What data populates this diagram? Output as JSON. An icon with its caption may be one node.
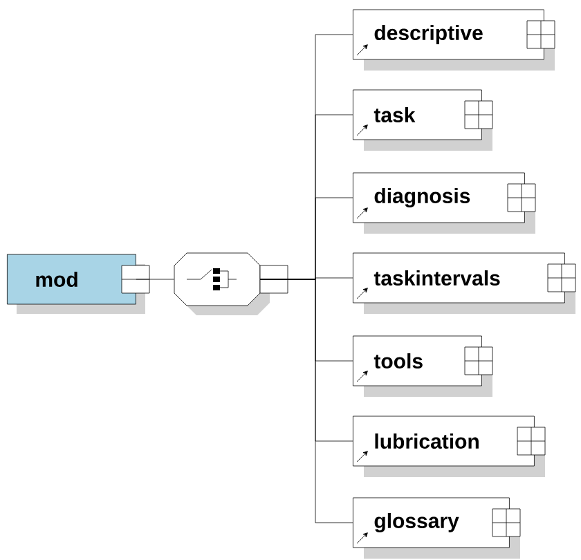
{
  "diagram": {
    "nodes": [
      {
        "text": [
          "mod"
        ]
      },
      {
        "text": [],
        "shape": "octagon"
      },
      {
        "text": [
          "descriptive"
        ]
      },
      {
        "text": [
          "task"
        ]
      },
      {
        "text": [
          "diagnosis"
        ]
      },
      {
        "text": [
          "taskintervals"
        ]
      },
      {
        "text": [
          "tools"
        ]
      },
      {
        "text": [
          "lubrication"
        ]
      },
      {
        "text": [
          "glossary"
        ]
      }
    ],
    "edges": [
      {
        "from": 0,
        "to": 1,
        "arrow": "none"
      },
      {
        "from": 1,
        "to": 2,
        "arrow": "none"
      },
      {
        "from": 1,
        "to": 3,
        "arrow": "none"
      },
      {
        "from": 1,
        "to": 4,
        "arrow": "none"
      },
      {
        "from": 1,
        "to": 5,
        "arrow": "none"
      },
      {
        "from": 1,
        "to": 6,
        "arrow": "none"
      },
      {
        "from": 1,
        "to": 7,
        "arrow": "none"
      },
      {
        "from": 1,
        "to": 8,
        "arrow": "none"
      }
    ]
  }
}
